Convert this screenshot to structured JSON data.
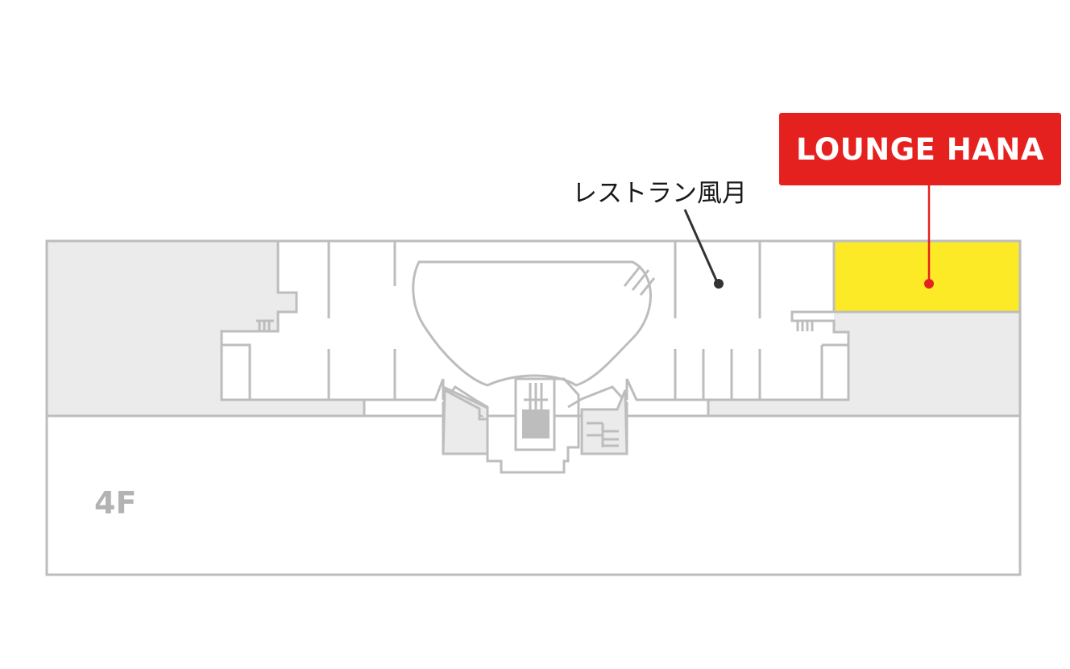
{
  "floor": {
    "label": "4F"
  },
  "highlight": {
    "name": "LOUNGE HANA",
    "color": "#e5211f",
    "area_color": "#fdea27"
  },
  "restaurant": {
    "name": "レストラン風月",
    "marker_color": "#333333"
  },
  "colors": {
    "wall": "#bdbdbd",
    "shaded_area": "#ebebeb",
    "background": "#ffffff"
  }
}
